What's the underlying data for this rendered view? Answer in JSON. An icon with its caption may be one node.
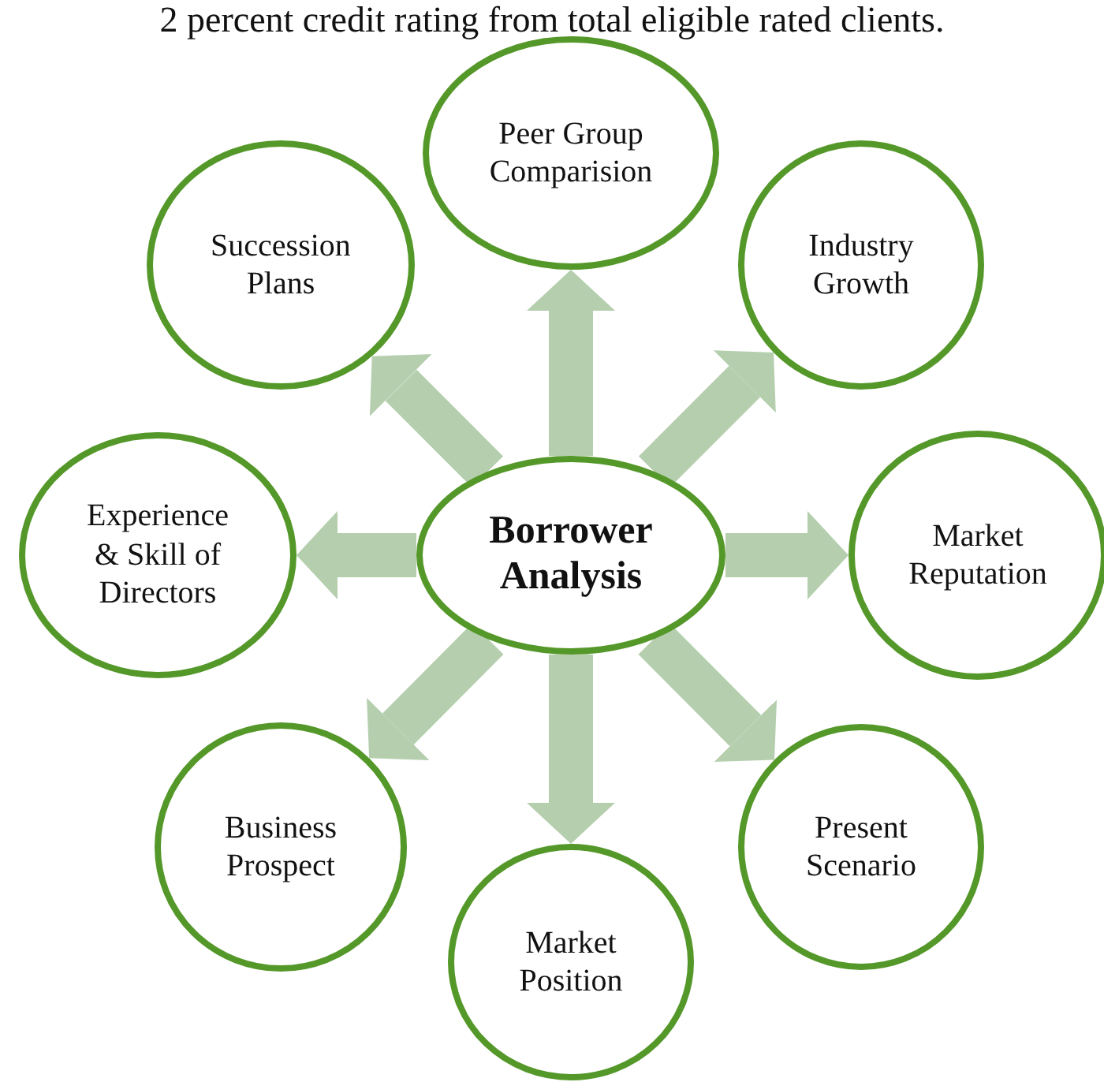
{
  "diagram": {
    "nodes": [
      {
        "text": [
          "Peer Group Comparision"
        ]
      },
      {
        "text": [
          "Succession Plans"
        ]
      },
      {
        "text": [
          "Industry Growth"
        ]
      },
      {
        "text": [
          "Experience & Skill of Directors"
        ]
      },
      {
        "text": [
          "Borrower Analysis"
        ]
      },
      {
        "text": [
          "Market Reputation"
        ]
      },
      {
        "text": [
          "Business Prospect"
        ]
      },
      {
        "text": [
          "Present Scenario"
        ]
      },
      {
        "text": [
          "Market Position"
        ]
      }
    ],
    "edges": [
      {
        "from": 4,
        "to": 0,
        "arrow": "to"
      },
      {
        "from": 4,
        "to": 2,
        "arrow": "to"
      },
      {
        "from": 4,
        "to": 5,
        "arrow": "to"
      },
      {
        "from": 4,
        "to": 7,
        "arrow": "to"
      },
      {
        "from": 4,
        "to": 8,
        "arrow": "to"
      },
      {
        "from": 4,
        "to": 6,
        "arrow": "to"
      },
      {
        "from": 4,
        "to": 3,
        "arrow": "to"
      },
      {
        "from": 4,
        "to": 1,
        "arrow": "to"
      }
    ],
    "labels": [
      "2 percent credit rating from total eligible rated clients."
    ]
  }
}
